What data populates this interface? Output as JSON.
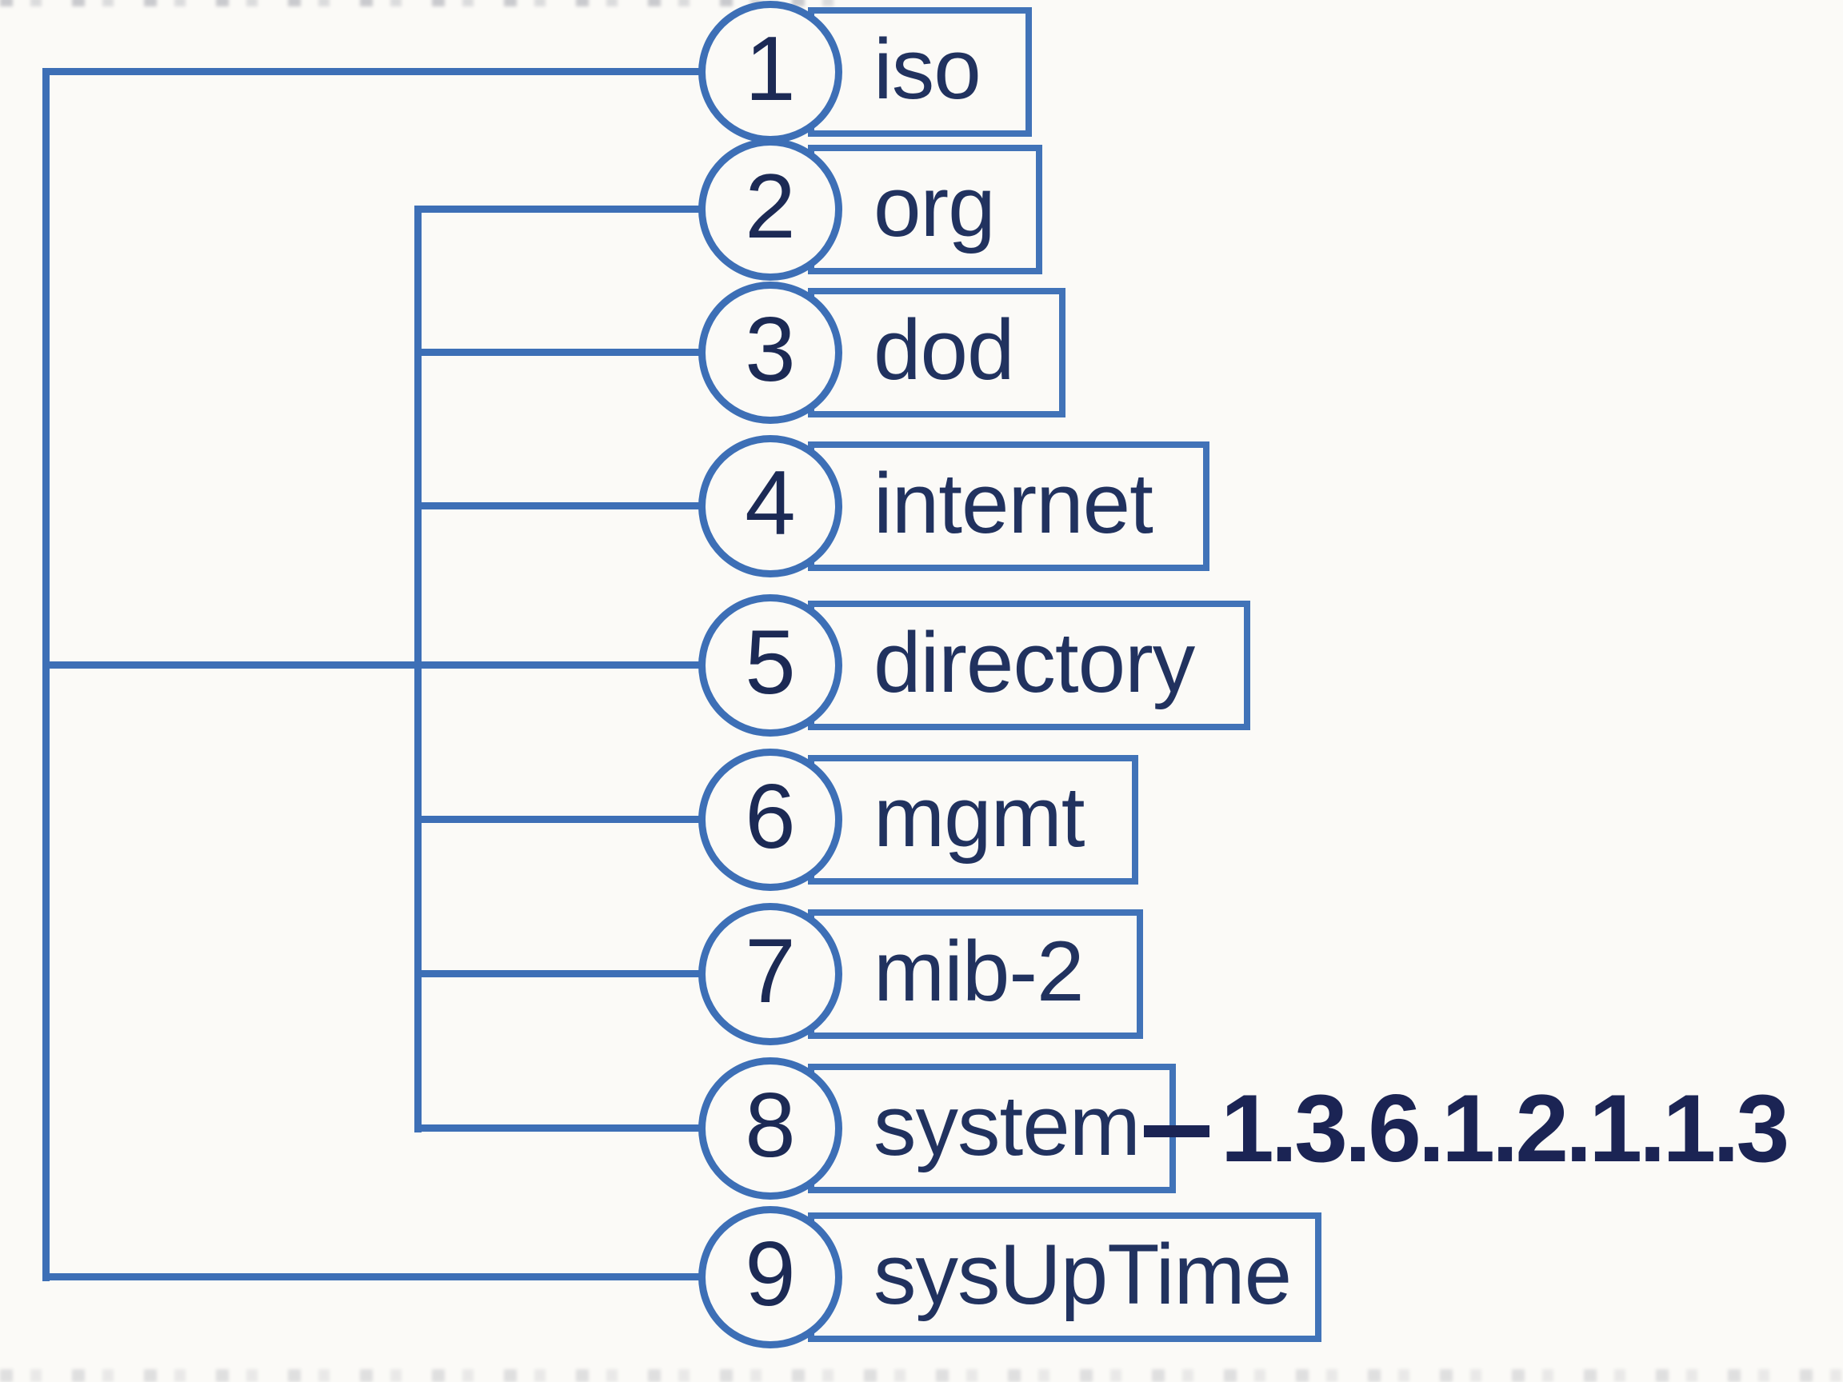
{
  "diagram": {
    "nodes": [
      {
        "number": "1",
        "label": "iso"
      },
      {
        "number": "2",
        "label": "org"
      },
      {
        "number": "3",
        "label": "dod"
      },
      {
        "number": "4",
        "label": "internet"
      },
      {
        "number": "5",
        "label": "directory"
      },
      {
        "number": "6",
        "label": "mgmt"
      },
      {
        "number": "7",
        "label": "mib-2"
      },
      {
        "number": "8",
        "label": "system"
      },
      {
        "number": "9",
        "label": "sysUpTime"
      }
    ],
    "oid_annotation": {
      "value": "1.3.6.1.2.1.1.3",
      "attached_to_label": "system"
    },
    "colors": {
      "line_blue": "#3d6fb6",
      "box_border_blue": "#4173b8",
      "label_navy": "#21325f",
      "number_navy": "#1c2a55",
      "oid_navy": "#1b2454",
      "background": "#fbfaf7"
    }
  }
}
